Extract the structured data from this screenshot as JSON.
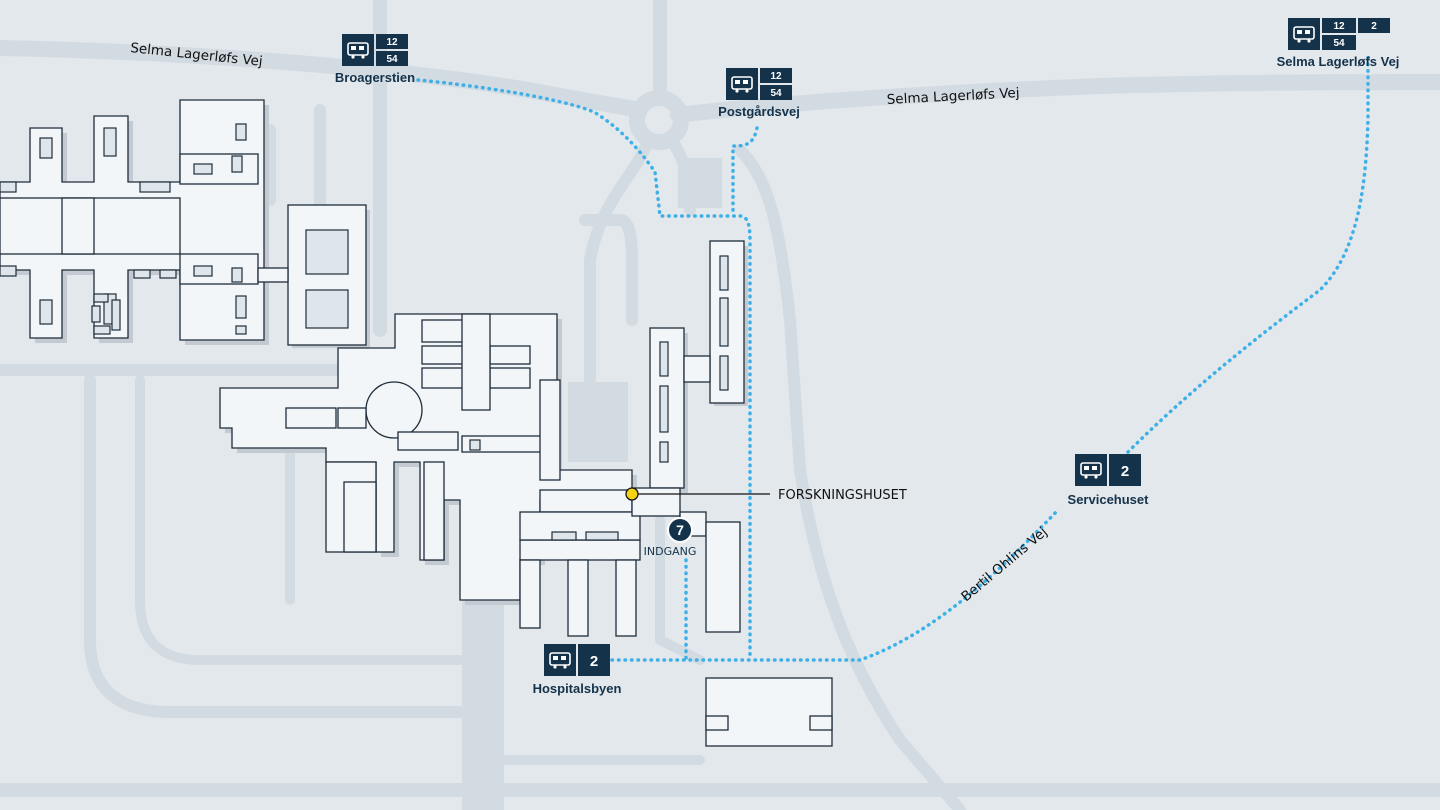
{
  "streets": {
    "selma_west": "Selma Lagerløfs Vej",
    "selma_east": "Selma Lagerløfs Vej",
    "bertil": "Bertil Ohlins Vej"
  },
  "bus_stops": {
    "broagerstien": {
      "name": "Broagerstien",
      "routes": [
        "12",
        "54"
      ]
    },
    "postgardsvej": {
      "name": "Postgårdsvej",
      "routes": [
        "12",
        "54"
      ]
    },
    "selma_ne": {
      "name": "Selma Lagerløfs Vej",
      "routes": [
        "12",
        "2",
        "54"
      ]
    },
    "servicehuset": {
      "name": "Servicehuset",
      "routes": [
        "2"
      ]
    },
    "hospitalsbyen": {
      "name": "Hospitalsbyen",
      "routes": [
        "2"
      ]
    }
  },
  "entrance": {
    "number": "7",
    "label": "INDGANG"
  },
  "poi": {
    "label": "FORSKNINGSHUSET"
  },
  "colors": {
    "background": "#e3e8ec",
    "road": "#d3dbe2",
    "building_fill": "#f3f6f8",
    "building_outline": "#1e2d3b",
    "walking_route": "#3eb0e8",
    "bus_stop": "#14324a",
    "poi_marker": "#f5d214"
  },
  "icons": {
    "bus_stop": "bus-icon",
    "poi": "poi-marker-dot"
  }
}
